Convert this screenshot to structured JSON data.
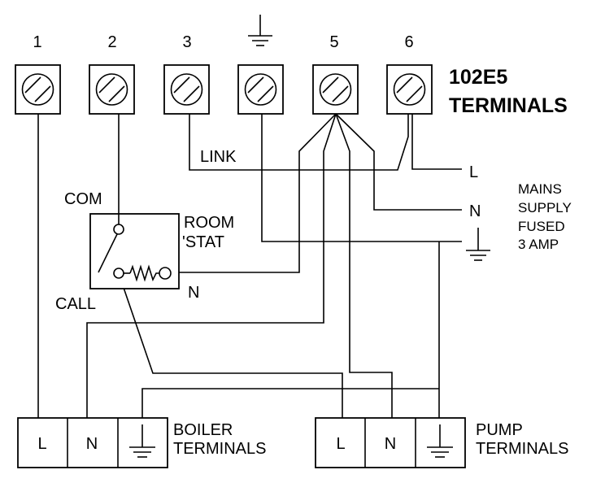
{
  "terminal_numbers": [
    "1",
    "2",
    "3",
    "5",
    "6"
  ],
  "block_title": [
    "102E5",
    "TERMINALS"
  ],
  "link_label": "LINK",
  "mains_right_labels": [
    "L",
    "N"
  ],
  "mains_info": [
    "MAINS",
    "SUPPLY",
    "FUSED",
    "3 AMP"
  ],
  "stat": {
    "com_label": "COM",
    "call_label": "CALL",
    "n_label": "N",
    "title": [
      "ROOM",
      "'STAT"
    ]
  },
  "boiler": {
    "cells": [
      "L",
      "N"
    ],
    "title": [
      "BOILER",
      "TERMINALS"
    ]
  },
  "pump": {
    "cells": [
      "L",
      "N"
    ],
    "title": [
      "PUMP",
      "TERMINALS"
    ]
  }
}
